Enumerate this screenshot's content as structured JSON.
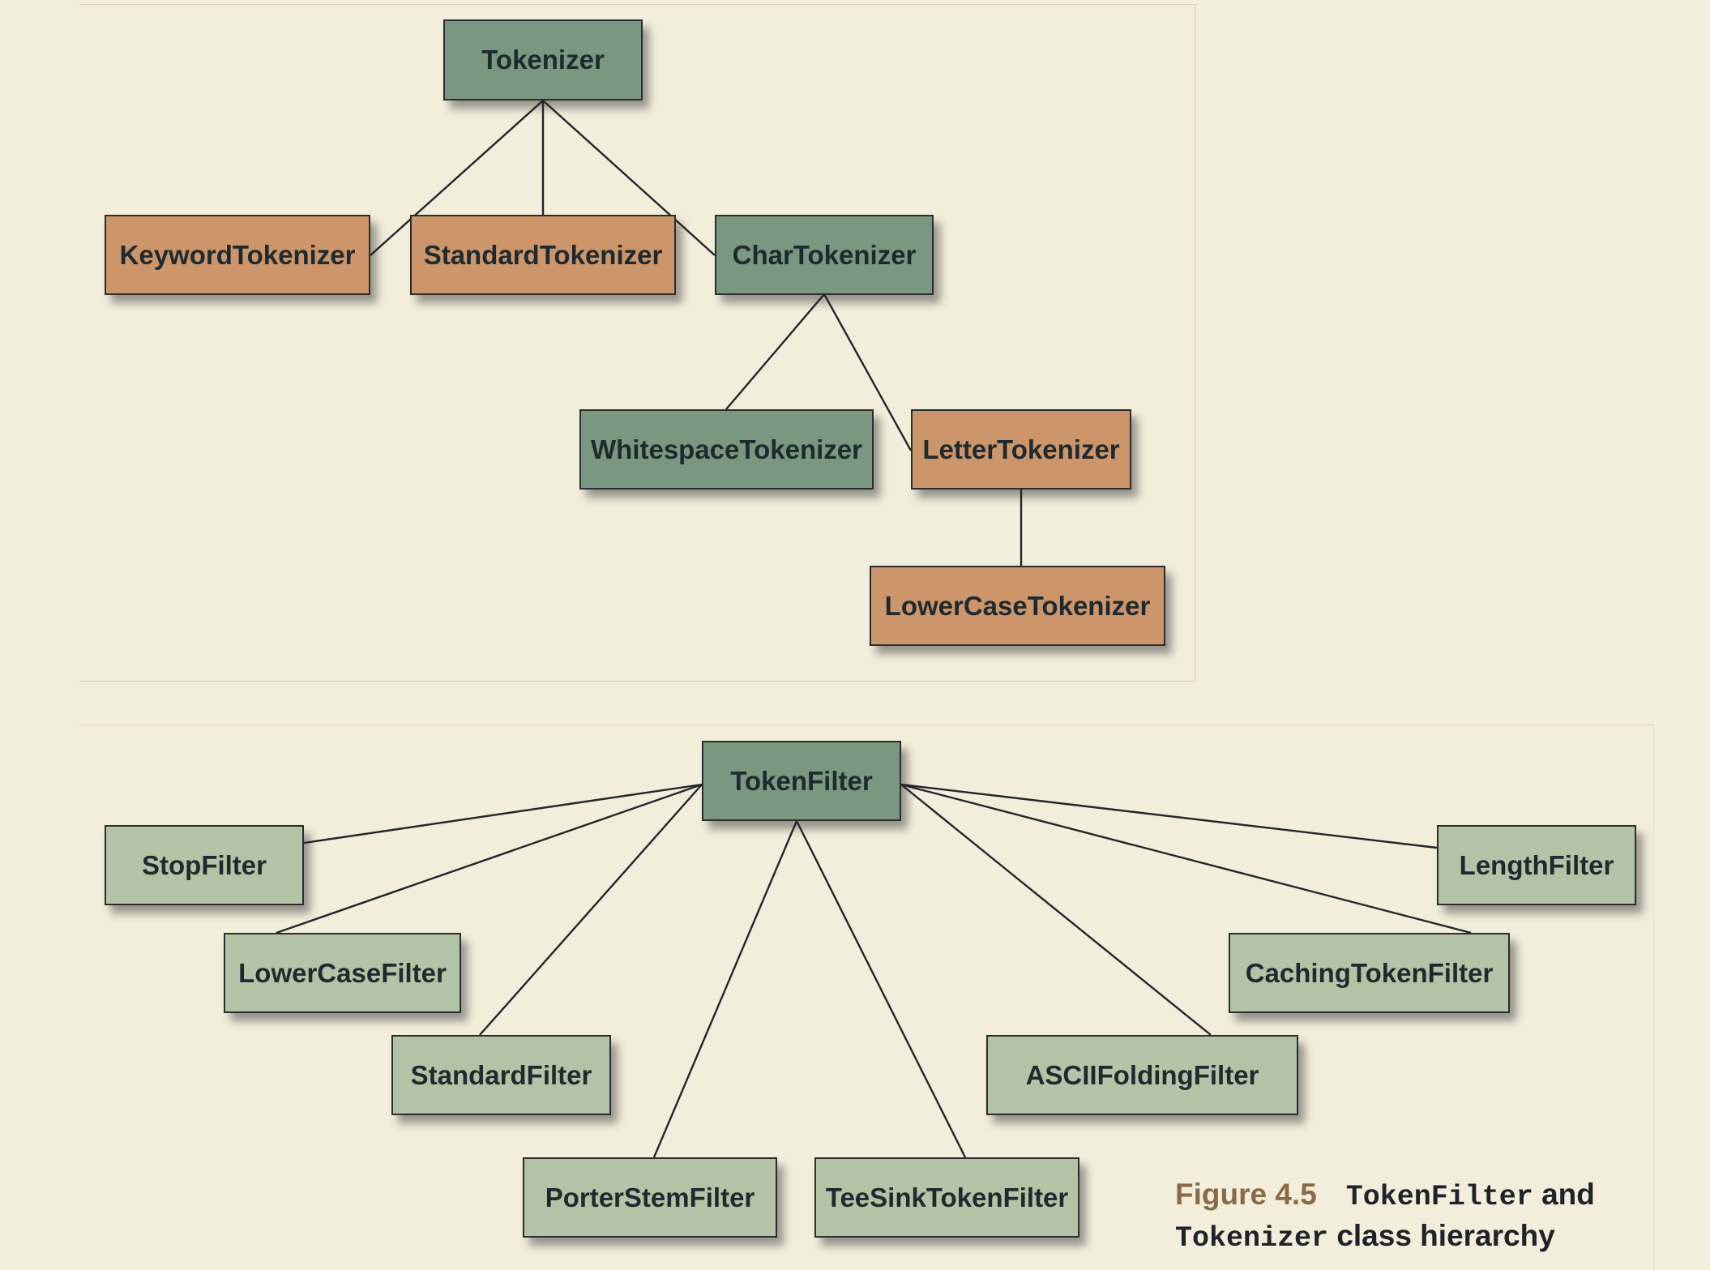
{
  "diagram": {
    "tokenizer_tree": {
      "root": "Tokenizer",
      "children": [
        "KeywordTokenizer",
        "StandardTokenizer",
        "CharTokenizer"
      ],
      "char_children": [
        "WhitespaceTokenizer",
        "LetterTokenizer"
      ],
      "letter_children": [
        "LowerCaseTokenizer"
      ]
    },
    "filter_tree": {
      "root": "TokenFilter",
      "children": [
        "StopFilter",
        "LowerCaseFilter",
        "StandardFilter",
        "PorterStemFilter",
        "TeeSinkTokenFilter",
        "ASCIIFoldingFilter",
        "CachingTokenFilter",
        "LengthFilter"
      ]
    },
    "caption": {
      "figure": "Figure 4.5",
      "class1": "TokenFilter",
      "and": "and",
      "class2": "Tokenizer",
      "rest": "class hierarchy"
    },
    "colors": {
      "abstract": "#79987f",
      "concrete_tokenizer": "#cc956a",
      "concrete_filter": "#b3c4a6",
      "background": "#f3eedc"
    }
  }
}
